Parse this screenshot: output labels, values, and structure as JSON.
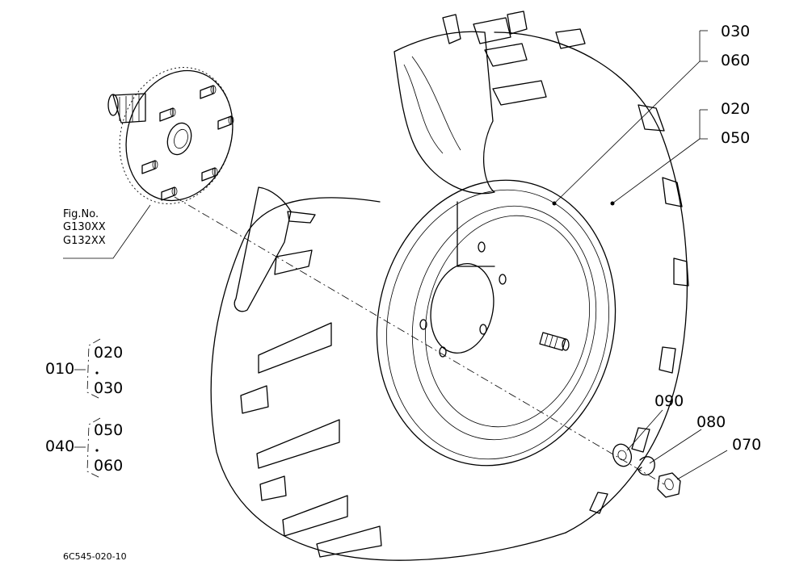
{
  "figure_ref": {
    "line1": "Fig.No.",
    "line2": "G130XX",
    "line3": "G132XX"
  },
  "callouts": {
    "c030_top": "030",
    "c060_top": "060",
    "c020_top": "020",
    "c050_top": "050",
    "c090": "090",
    "c080": "080",
    "c070": "070"
  },
  "groups": [
    {
      "parent": "010",
      "child_a": "020",
      "child_b": "030"
    },
    {
      "parent": "040",
      "child_a": "050",
      "child_b": "060"
    }
  ],
  "drawing_code": "6C545-020-10"
}
